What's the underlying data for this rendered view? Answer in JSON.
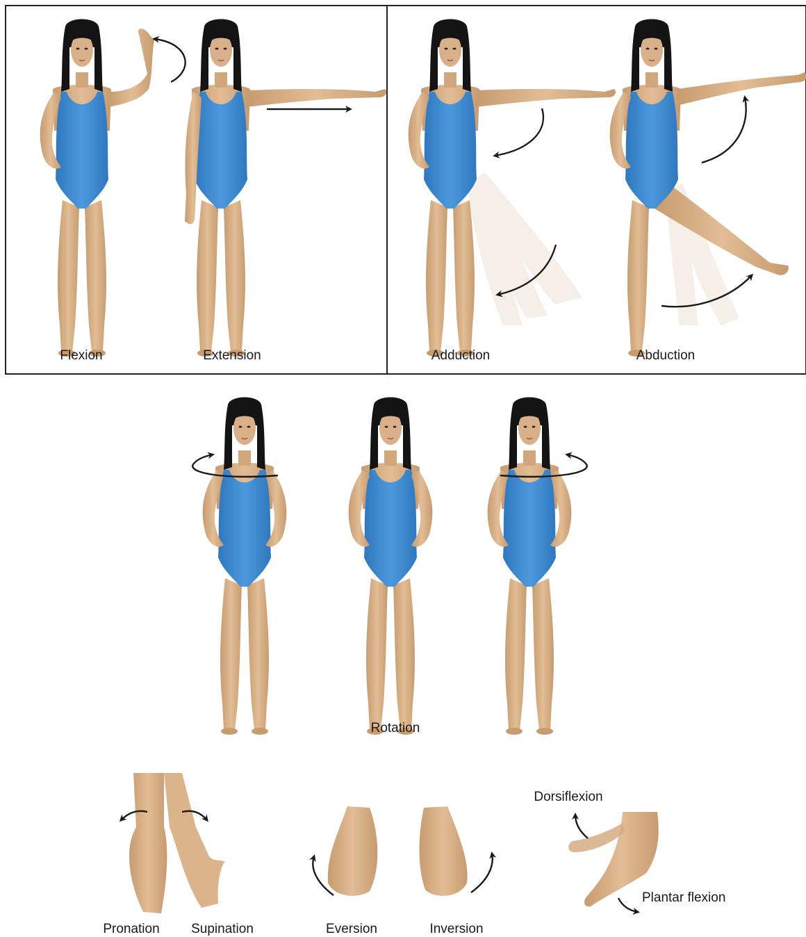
{
  "top_panels": {
    "left": {
      "labels": [
        "Flexion",
        "Extension"
      ]
    },
    "right": {
      "labels": [
        "Adduction",
        "Abduction"
      ]
    }
  },
  "middle": {
    "label": "Rotation"
  },
  "bottom": {
    "hands": [
      "Pronation",
      "Supination"
    ],
    "feet": [
      "Eversion",
      "Inversion"
    ],
    "ankle": [
      "Dorsiflexion",
      "Plantar flexion"
    ]
  },
  "colors": {
    "swimsuit": "#3f8ad0",
    "skin": "#d6ad82",
    "hair": "#141414",
    "arrow": "#1a1a1a",
    "border": "#222222"
  }
}
